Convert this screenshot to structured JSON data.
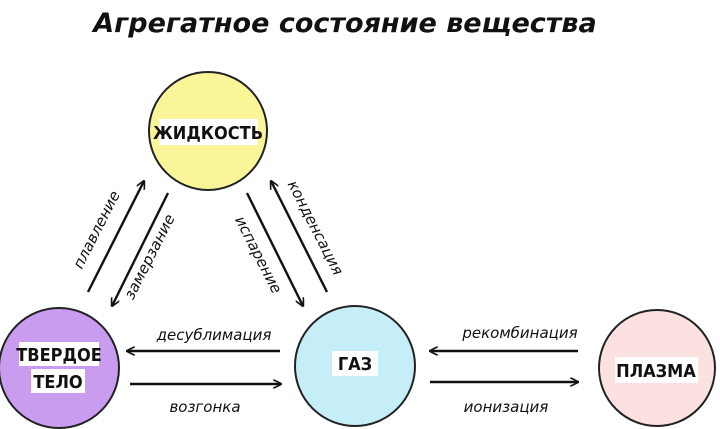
{
  "title": "Агрегатное состояние вещества",
  "nodes": {
    "liquid": {
      "lines": [
        "ЖИДКОСТЬ"
      ],
      "color": "#fbf59a"
    },
    "solid": {
      "lines": [
        "ТВЕРДОЕ",
        "ТЕЛО"
      ],
      "color": "#c99cf0"
    },
    "gas": {
      "lines": [
        "ГАЗ"
      ],
      "color": "#c6eef8"
    },
    "plasma": {
      "lines": [
        "ПЛАЗМА"
      ],
      "color": "#fbe1df"
    }
  },
  "transitions": {
    "melting": "плавление",
    "freezing": "замерзание",
    "evaporation": "испарение",
    "condensation": "конденсация",
    "desublimation": "десублимация",
    "sublimation": "возгонка",
    "recombination": "рекомбинация",
    "ionization": "ионизация"
  }
}
